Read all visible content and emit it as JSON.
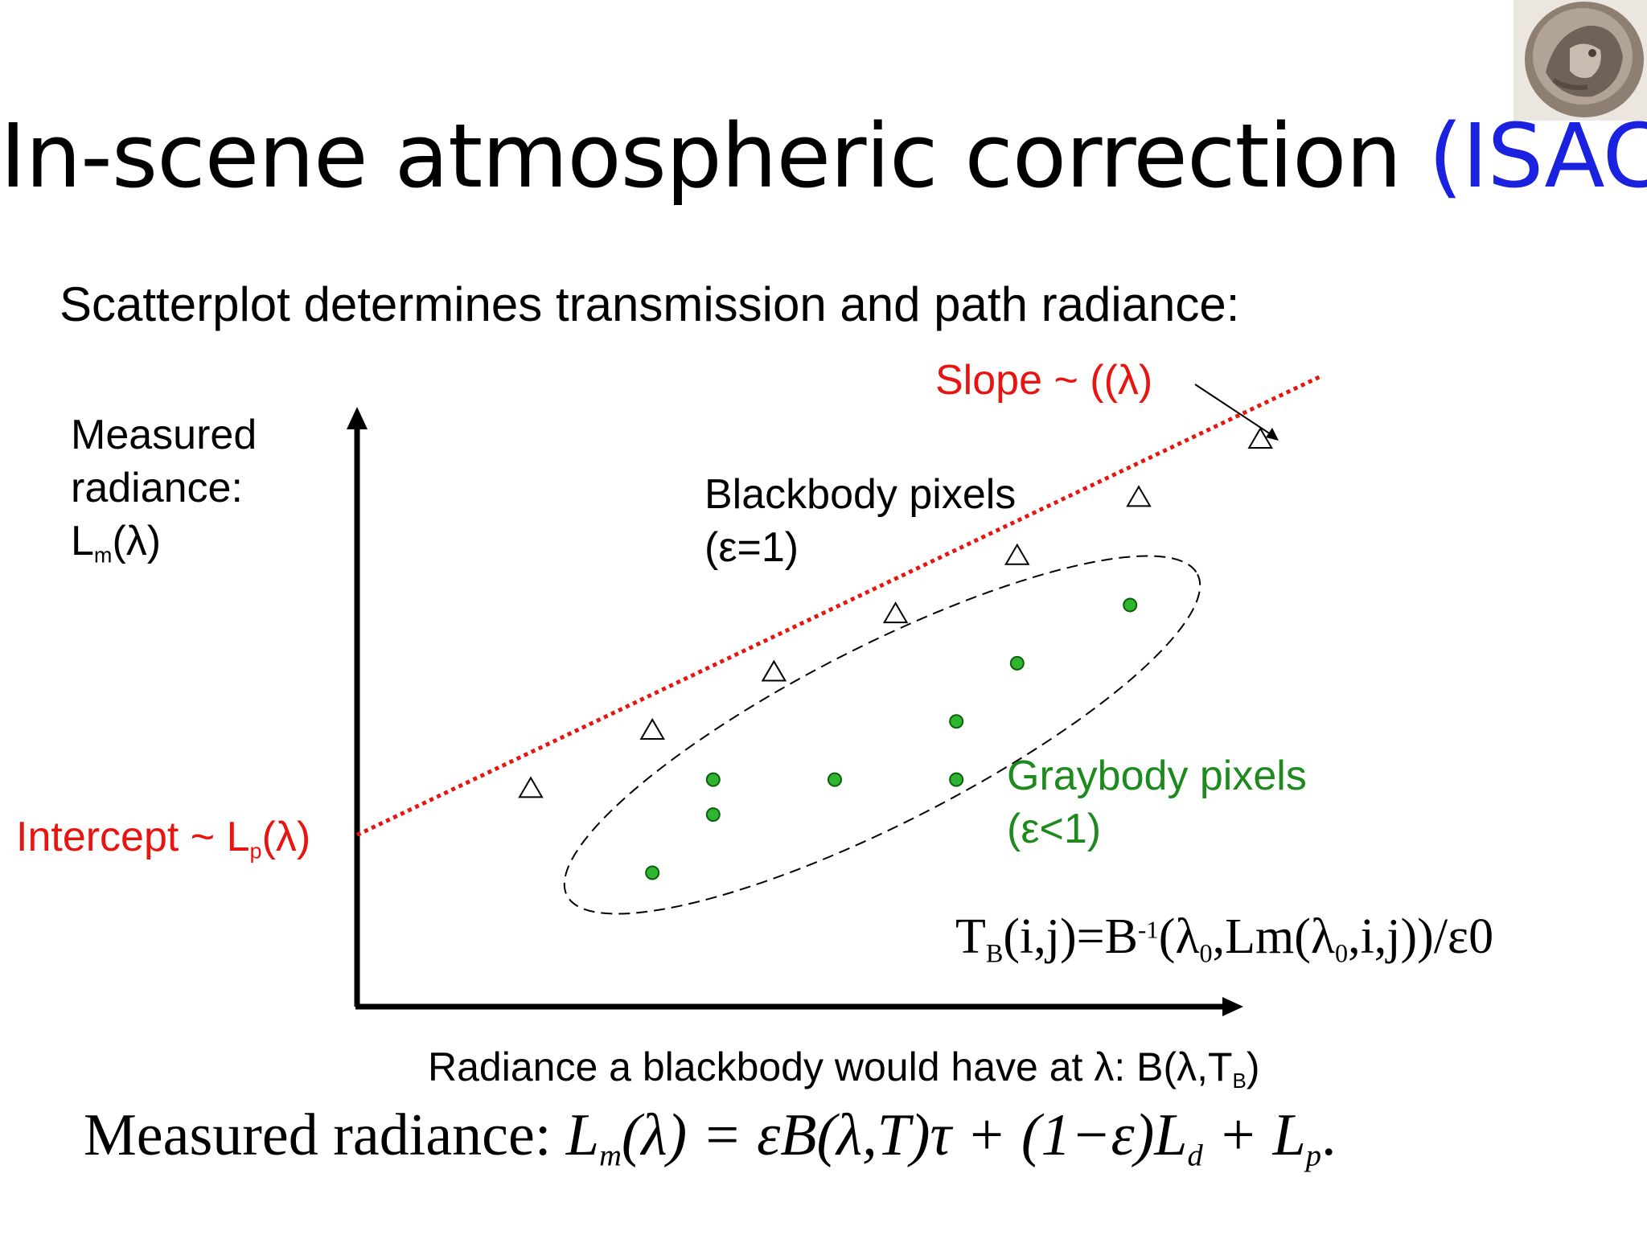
{
  "title": {
    "main": "In-scene atmospheric correction ",
    "accent": "(ISAC)",
    "accent_color": "#1a22e0"
  },
  "subtitle": "Scatterplot determines transmission and path radiance:",
  "y_axis_label": {
    "line1": "Measured",
    "line2": "radiance:",
    "line3_base": "L",
    "line3_sub": "m",
    "line3_rest": "(λ)"
  },
  "x_axis_label": {
    "text": "Radiance a blackbody would have at λ: B(λ,T",
    "sub": "B",
    "end": ")"
  },
  "annotations": {
    "slope": "Slope ~ ((λ)",
    "intercept_base": "Intercept ~ L",
    "intercept_sub": "p",
    "intercept_rest": "(λ)",
    "blackbody_line1": "Blackbody pixels",
    "blackbody_line2": "(ε=1)",
    "graybody_line1": "Graybody pixels",
    "graybody_line2": "(ε<1)"
  },
  "formula_tb": {
    "p1": "T",
    "p1_sub": "B",
    "p2": "(i,j)=B",
    "p2_sup": "-1",
    "p3": "(λ",
    "p3_sub": "0",
    "p4": ",Lm(λ",
    "p4_sub": "0",
    "p5": ",i,j))/ε0"
  },
  "formula_main": {
    "prefix": "Measured radiance:  ",
    "L": "L",
    "L_sub": "m",
    "lam": "(λ) = εB(λ,T)τ + (1−ε)L",
    "d_sub": "d",
    "plus": " + L",
    "p_sub": "p",
    "end": "."
  },
  "colors": {
    "line": "#e8140f",
    "graybody_fill": "#2fb52f",
    "graybody_stroke": "#0c5f0c",
    "axis": "#000000"
  },
  "chart_data": {
    "type": "scatter",
    "xlim": [
      0,
      10
    ],
    "ylim": [
      0,
      10
    ],
    "series": [
      {
        "name": "Blackbody pixels",
        "marker": "triangle",
        "x": [
          2.0,
          3.4,
          4.8,
          6.2,
          7.6,
          9.0,
          10.4
        ],
        "y": [
          3.6,
          4.6,
          5.6,
          6.6,
          7.6,
          8.6,
          9.6
        ]
      },
      {
        "name": "Graybody pixels",
        "marker": "circle",
        "x": [
          3.4,
          4.1,
          4.1,
          5.5,
          6.9,
          6.9,
          7.6,
          8.9
        ],
        "y": [
          2.3,
          3.3,
          3.9,
          3.9,
          3.9,
          4.9,
          5.9,
          6.9
        ]
      }
    ],
    "fit_line": {
      "intercept": 2.95,
      "slope": 0.71
    }
  }
}
